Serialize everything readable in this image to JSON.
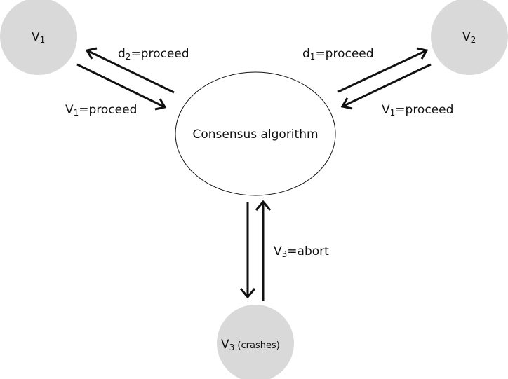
{
  "colors": {
    "node_fill": "#d9d9d9",
    "stroke": "#111111",
    "background": "#ffffff"
  },
  "nodes": {
    "v1": {
      "label": "V",
      "sub": "1"
    },
    "v2": {
      "label": "V",
      "sub": "2"
    },
    "v3": {
      "label": "V",
      "sub": "3",
      "suffix": " (crashes)"
    },
    "consensus": {
      "label": "Consensus algorithm"
    }
  },
  "edges": {
    "d2_to_v1": {
      "base": "d",
      "sub": "2",
      "rest": "=proceed"
    },
    "v1_to_consensus": {
      "base": "V",
      "sub": "1",
      "rest": "=proceed"
    },
    "d1_to_v2": {
      "base": "d",
      "sub": "1",
      "rest": "=proceed"
    },
    "v1_to_v2": {
      "base": "V",
      "sub": "1",
      "rest": "=proceed"
    },
    "v3_to_consensus": {
      "base": "V",
      "sub": "3",
      "rest": "=abort"
    }
  }
}
